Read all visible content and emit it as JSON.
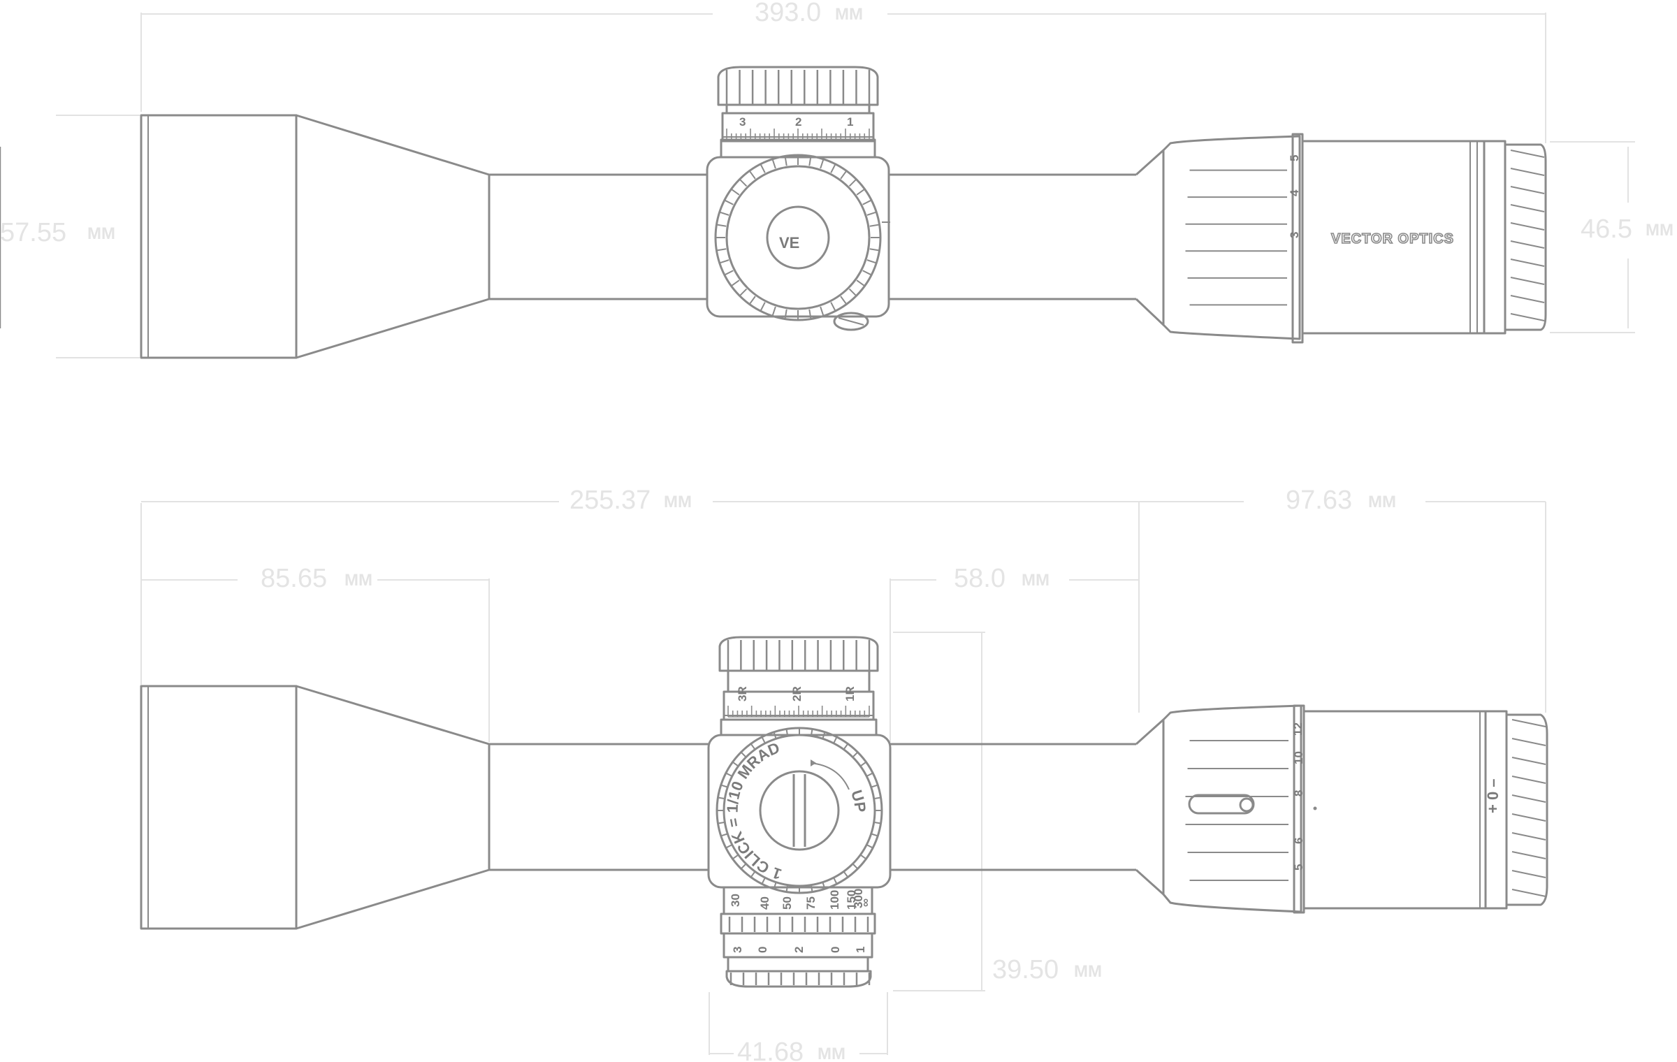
{
  "brand": "VECTOR OPTICS",
  "logo_monogram": "VE",
  "top_view": {
    "dimensions": {
      "overall_length": {
        "value": "393.0",
        "unit": "MM"
      },
      "objective_diameter": {
        "value": "57.55",
        "unit": "MM"
      },
      "eyepiece_diameter": {
        "value": "46.5",
        "unit": "MM"
      }
    },
    "elevation_ticks": [
      "3",
      "2",
      "1"
    ],
    "magnification_ticks": [
      "5",
      "4",
      "3"
    ]
  },
  "side_view": {
    "dimensions": {
      "tube_length": {
        "value": "255.37",
        "unit": "MM"
      },
      "eyepiece_length": {
        "value": "97.63",
        "unit": "MM"
      },
      "objective_length": {
        "value": "85.65",
        "unit": "MM"
      },
      "mounting_length": {
        "value": "58.0",
        "unit": "MM"
      },
      "turret_height": {
        "value": "39.50",
        "unit": "MM"
      },
      "turret_width": {
        "value": "41.68",
        "unit": "MM"
      }
    },
    "windage_ticks": [
      "3R",
      "2R",
      "1R"
    ],
    "dial_text_left": "1 CLICK = 1/10 MRAD",
    "dial_text_right": "UP",
    "parallax_ticks": [
      "30",
      "40",
      "50",
      "75",
      "100",
      "150",
      "300",
      "∞"
    ],
    "illum_ticks": [
      "3",
      "0",
      "2",
      "0",
      "1"
    ],
    "magnification_ticks": [
      "12",
      "10",
      "8",
      "6",
      "5"
    ],
    "diopter_label": "+ 0 –"
  }
}
